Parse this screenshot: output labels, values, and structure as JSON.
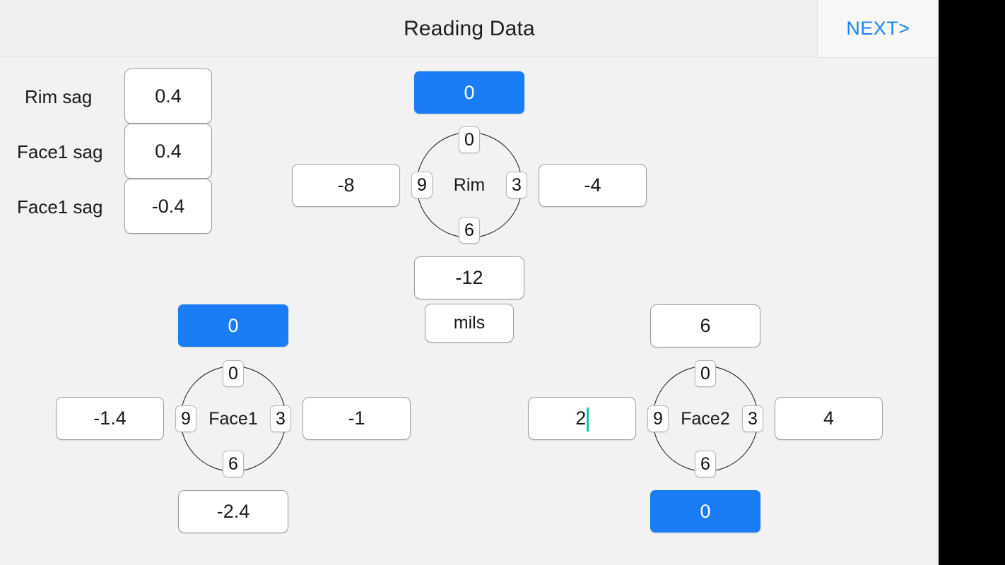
{
  "appbar": {
    "title": "Reading Data",
    "next_label": "NEXT>"
  },
  "sag_panel": {
    "rows": [
      {
        "label": "Rim sag",
        "value": "0.4"
      },
      {
        "label": "Face1 sag",
        "value": "0.4"
      },
      {
        "label": "Face1 sag",
        "value": "-0.4"
      }
    ]
  },
  "dials": {
    "rim": {
      "name": "Rim",
      "ticks": {
        "top": "0",
        "right": "3",
        "bottom": "6",
        "left": "9"
      },
      "top_value": "0",
      "left_value": "-8",
      "right_value": "-4",
      "bottom_value": "-12",
      "unit": "mils"
    },
    "face1": {
      "name": "Face1",
      "ticks": {
        "top": "0",
        "right": "3",
        "bottom": "6",
        "left": "9"
      },
      "top_value": "0",
      "left_value": "-1.4",
      "right_value": "-1",
      "bottom_value": "-2.4"
    },
    "face2": {
      "name": "Face2",
      "ticks": {
        "top": "0",
        "right": "3",
        "bottom": "6",
        "left": "9"
      },
      "top_value": "6",
      "left_value": "2",
      "right_value": "4",
      "bottom_value": "0"
    }
  },
  "navbar": {
    "recents": "square-recents-icon",
    "home": "circle-home-icon",
    "back": "triangle-back-icon"
  },
  "colors": {
    "accent_blue": "#1a7df5",
    "link_blue": "#1a83f7",
    "background": "#f2f2f2",
    "appbar": "#efefef",
    "caret_teal": "#00c8b4",
    "nav_icon": "#9b9b9b"
  }
}
